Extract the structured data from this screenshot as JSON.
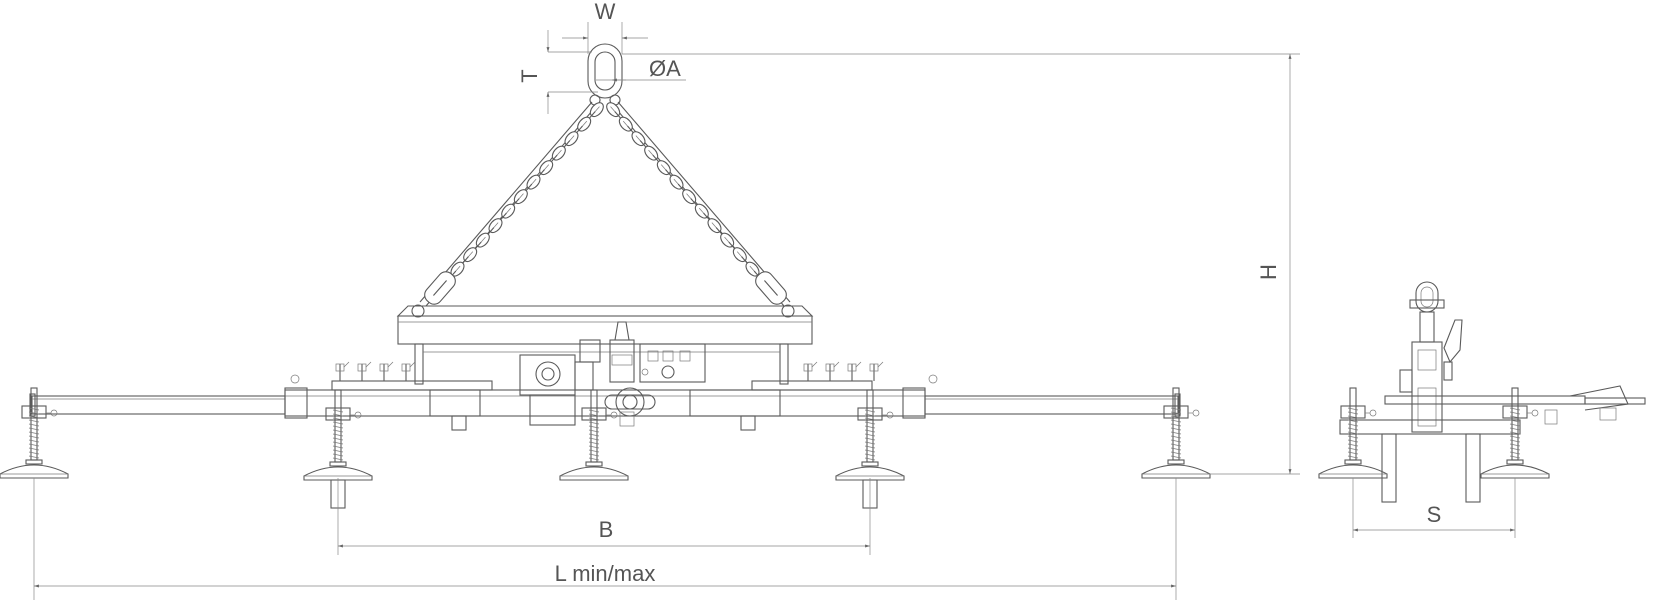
{
  "labels": {
    "w": "W",
    "t": "T",
    "a": "ØA",
    "h": "H",
    "b": "B",
    "l": "L min/max",
    "s": "S"
  }
}
